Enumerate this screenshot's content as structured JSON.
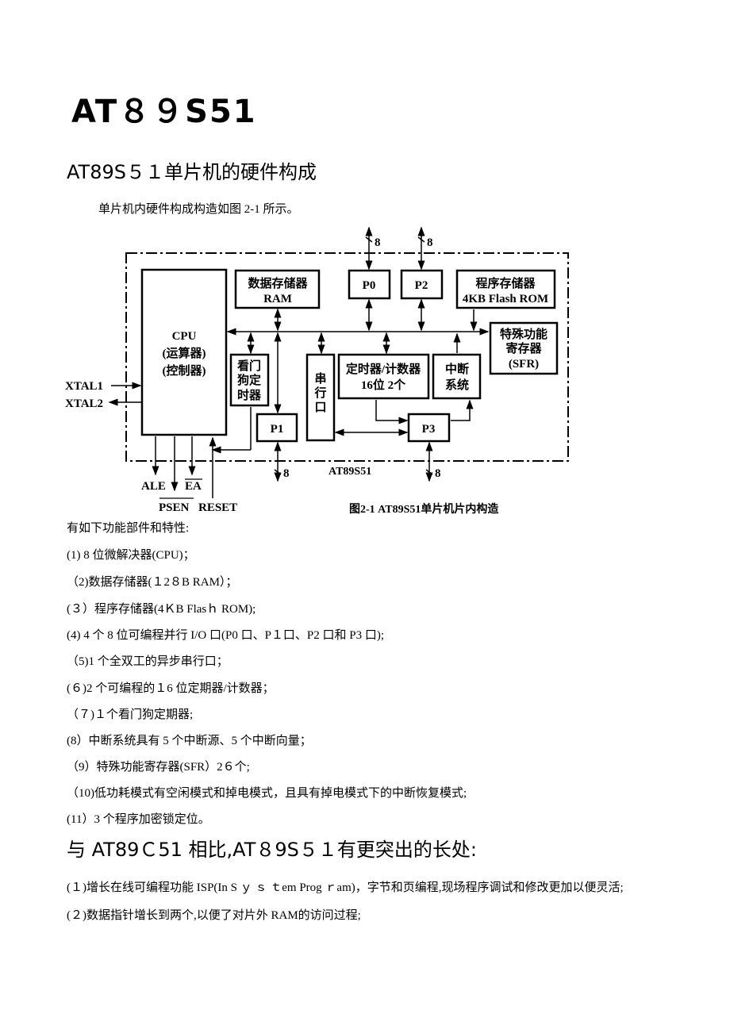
{
  "title": "AT８９S51",
  "subtitle": "AT89S５１单片机的硬件构成",
  "intro": "单片机内硬件构成构造如图 2-1 所示。",
  "diagram": {
    "cpu": [
      "CPU",
      "(运算器)",
      "(控制器)"
    ],
    "ram": [
      "数据存储器",
      "RAM"
    ],
    "p0": "P0",
    "p2": "P2",
    "rom": [
      "程序存储器",
      "4KB Flash ROM"
    ],
    "sfr": [
      "特殊功能",
      "寄存器",
      "(SFR)"
    ],
    "watchdog": [
      "看门",
      "狗定",
      "时器"
    ],
    "serial": [
      "串",
      "行",
      "口"
    ],
    "timer": [
      "定时器/计数器",
      "16位  2个"
    ],
    "interrupt": [
      "中断",
      "系统"
    ],
    "p1": "P1",
    "p3": "P3",
    "bus_width": "8",
    "xtal1": "XTAL1",
    "xtal2": "XTAL2",
    "ale": "ALE",
    "psen": "PSEN",
    "ea": "EA",
    "reset": "RESET",
    "chip": "AT89S51",
    "caption": "图2-1   AT89S51单片机片内构造"
  },
  "features_intro": "有如下功能部件和特性:",
  "features": [
    "(1) 8 位微解决器(CPU)；",
    " （2)数据存储器(１2８B RAM）；",
    "(３）程序存储器(4ＫB Flasｈ  ROM);",
    "(4) 4 个 8 位可编程并行 I/O 口(P0 口、P１口、P2 口和 P3 口);",
    " （5)1 个全双工的异步串行口；",
    "(６)2 个可编程的１6 位定期器/计数器；",
    " （７)１个看门狗定期器;",
    "(8）中断系统具有 5 个中断源、5 个中断向量；",
    " （9）特殊功能寄存器(SFR）2６个;",
    " （10)低功耗模式有空闲模式和掉电模式，且具有掉电模式下的中断恢复模式;",
    "(11）3 个程序加密锁定位。"
  ],
  "compare_heading": "与 AT89Ｃ51 相比,AT８9S５１有更突出的长处:",
  "advantages": [
    "(１)增长在线可编程功能 ISP(In S ｙ ｓ ｔem Prog ｒam)，字节和页编程,现场程序调试和修改更加以便灵活;",
    "(２)数据指针增长到两个,以便了对片外 RAM的访问过程;"
  ]
}
